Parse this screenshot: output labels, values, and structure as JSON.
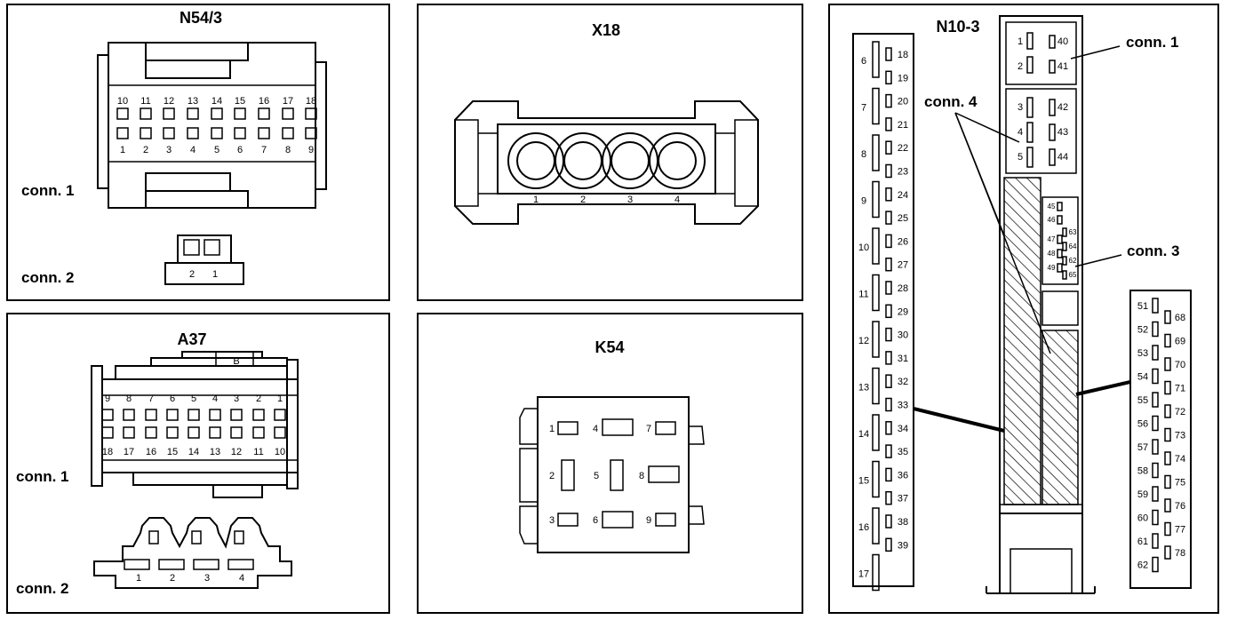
{
  "n543": {
    "title": "N54/3",
    "conn1": "conn. 1",
    "conn2": "conn. 2",
    "top": [
      "10",
      "11",
      "12",
      "13",
      "14",
      "15",
      "16",
      "17",
      "18"
    ],
    "bottom": [
      "1",
      "2",
      "3",
      "4",
      "5",
      "6",
      "7",
      "8",
      "9"
    ],
    "c2": [
      "2",
      "1"
    ]
  },
  "x18": {
    "title": "X18",
    "pins": [
      "1",
      "2",
      "3",
      "4"
    ]
  },
  "a37": {
    "title": "A37",
    "conn1": "conn. 1",
    "conn2": "conn. 2",
    "b": "B",
    "top": [
      "9",
      "8",
      "7",
      "6",
      "5",
      "4",
      "3",
      "2",
      "1"
    ],
    "bottom": [
      "18",
      "17",
      "16",
      "15",
      "14",
      "13",
      "12",
      "11",
      "10"
    ],
    "c2": [
      "1",
      "2",
      "3",
      "4"
    ]
  },
  "k54": {
    "title": "K54",
    "pins": [
      "1",
      "2",
      "3",
      "4",
      "5",
      "6",
      "7",
      "8",
      "9"
    ]
  },
  "n103": {
    "title": "N10-3",
    "conn1": "conn. 1",
    "conn3": "conn. 3",
    "conn4": "conn. 4",
    "c1": [
      "1",
      "2",
      "40",
      "41"
    ],
    "c4": [
      "3",
      "4",
      "5",
      "42",
      "43",
      "44"
    ],
    "c3": [
      "45",
      "46",
      "47",
      "48",
      "49",
      "63",
      "64",
      "62",
      "65"
    ],
    "left_big": [
      "6",
      "7",
      "8",
      "9",
      "10",
      "11",
      "12",
      "13",
      "14",
      "15",
      "16",
      "17"
    ],
    "left_small": [
      "18",
      "19",
      "20",
      "21",
      "22",
      "23",
      "24",
      "25",
      "26",
      "27",
      "28",
      "29",
      "30",
      "31",
      "32",
      "33",
      "34",
      "35",
      "36",
      "37",
      "38",
      "39"
    ],
    "right_big": [
      "51",
      "52",
      "53",
      "54",
      "55",
      "56",
      "57",
      "58",
      "59",
      "60",
      "61",
      "62"
    ],
    "right_small": [
      "68",
      "69",
      "70",
      "71",
      "72",
      "73",
      "74",
      "75",
      "76",
      "77",
      "78"
    ]
  }
}
